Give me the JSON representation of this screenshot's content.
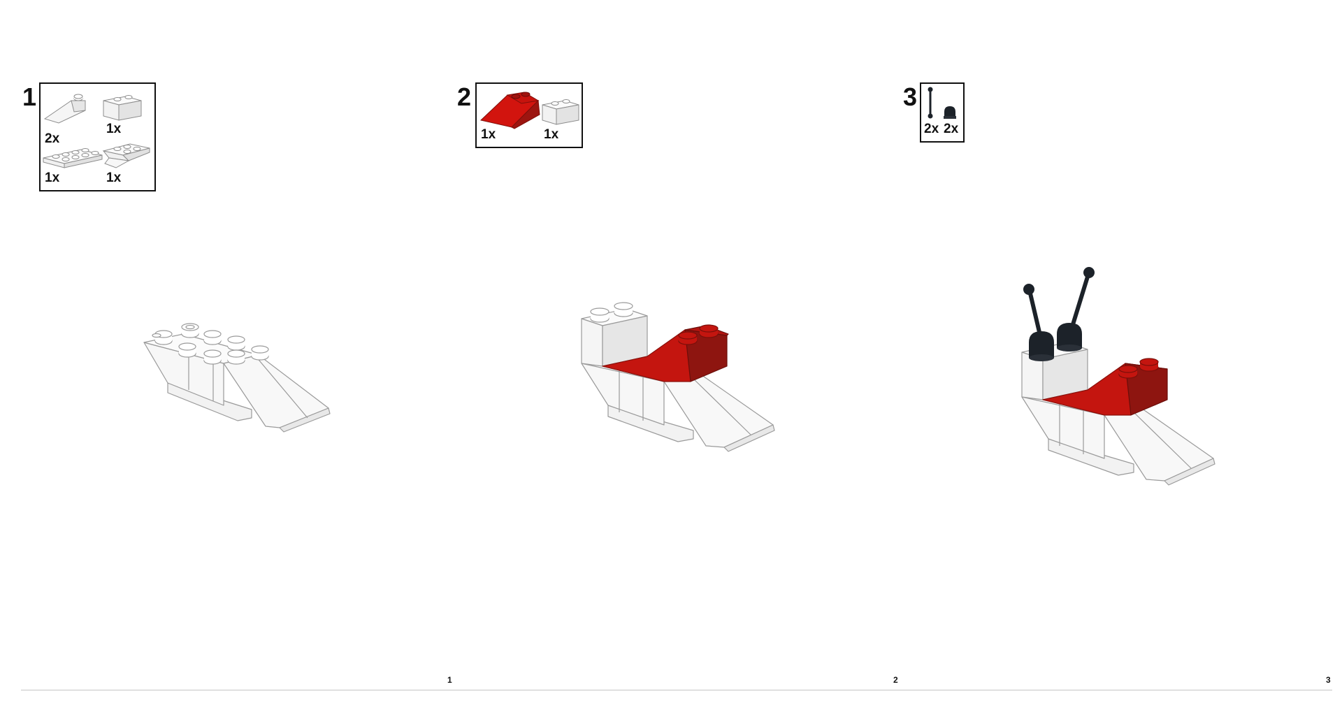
{
  "steps": [
    {
      "number": "1",
      "parts": [
        {
          "icon": "white-slope-brick-icon",
          "qty": "2x"
        },
        {
          "icon": "white-1x2-brick-icon",
          "qty": "1x"
        },
        {
          "icon": "white-2x4-plate-icon",
          "qty": "1x"
        },
        {
          "icon": "white-inverted-slope-icon",
          "qty": "1x"
        }
      ]
    },
    {
      "number": "2",
      "parts": [
        {
          "icon": "red-slope-brick-icon",
          "qty": "1x"
        },
        {
          "icon": "white-1x2-brick-icon",
          "qty": "1x"
        }
      ]
    },
    {
      "number": "3",
      "parts": [
        {
          "icon": "black-lever-icon",
          "qty": "2x"
        },
        {
          "icon": "black-lever-base-icon",
          "qty": "2x"
        }
      ]
    }
  ],
  "page_numbers": [
    "1",
    "2",
    "3"
  ],
  "colors": {
    "brick_white": "#f4f4f4",
    "brick_red": "#c4150f",
    "brick_red_dark": "#8e1510",
    "brick_black": "#1c2229",
    "outline": "#9a9a9a"
  }
}
